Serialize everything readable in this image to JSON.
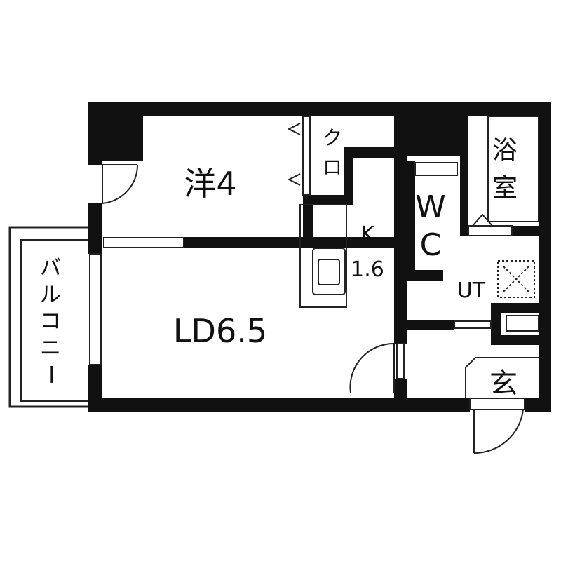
{
  "colors": {
    "wall": "#111111",
    "background": "#ffffff",
    "line": "#222222"
  },
  "rooms": {
    "western_room": {
      "label": "洋4"
    },
    "living_dining": {
      "label": "LD6.5"
    },
    "kitchen": {
      "label_line1": "K",
      "label_line2": "1.6"
    },
    "closet": {
      "label": "クロ"
    },
    "toilet": {
      "label_line1": "W",
      "label_line2": "C"
    },
    "bathroom": {
      "label_line1": "浴",
      "label_line2": "室"
    },
    "utility": {
      "label": "UT"
    },
    "entrance": {
      "label": "玄"
    },
    "balcony": {
      "label": "バルコニー"
    }
  }
}
